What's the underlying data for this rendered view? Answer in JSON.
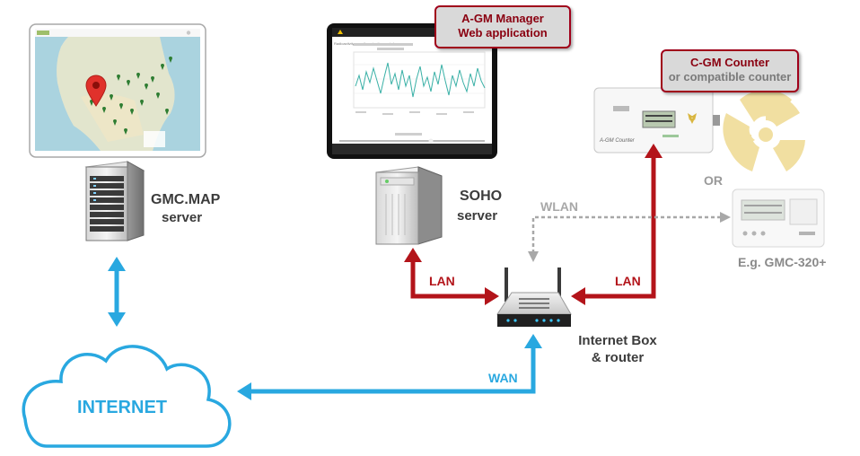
{
  "gmcmap": {
    "name": "GMC.MAP",
    "role": "server"
  },
  "soho": {
    "name": "SOHO",
    "role": "server"
  },
  "agm_manager": {
    "title": "A-GM Manager",
    "subtitle": "Web application"
  },
  "cgm_counter": {
    "title": "C-GM Counter",
    "subtitle": "or compatible  counter"
  },
  "counter_display": {
    "brand": "A-GM Counter"
  },
  "router": {
    "line1": "Internet Box",
    "line2": "& router"
  },
  "cloud": {
    "label": "INTERNET"
  },
  "links": {
    "lan_left": "LAN",
    "lan_right": "LAN",
    "wan": "WAN",
    "wlan": "WLAN"
  },
  "or_text": "OR",
  "example_device": "E.g. GMC-320+",
  "colors": {
    "lan": "#b3141a",
    "wan": "#29a8e0",
    "wlan": "#a8a8a8",
    "cloud": "#29a8e0",
    "callout_border": "#a0001a",
    "map_bg": "#e8e4da"
  }
}
